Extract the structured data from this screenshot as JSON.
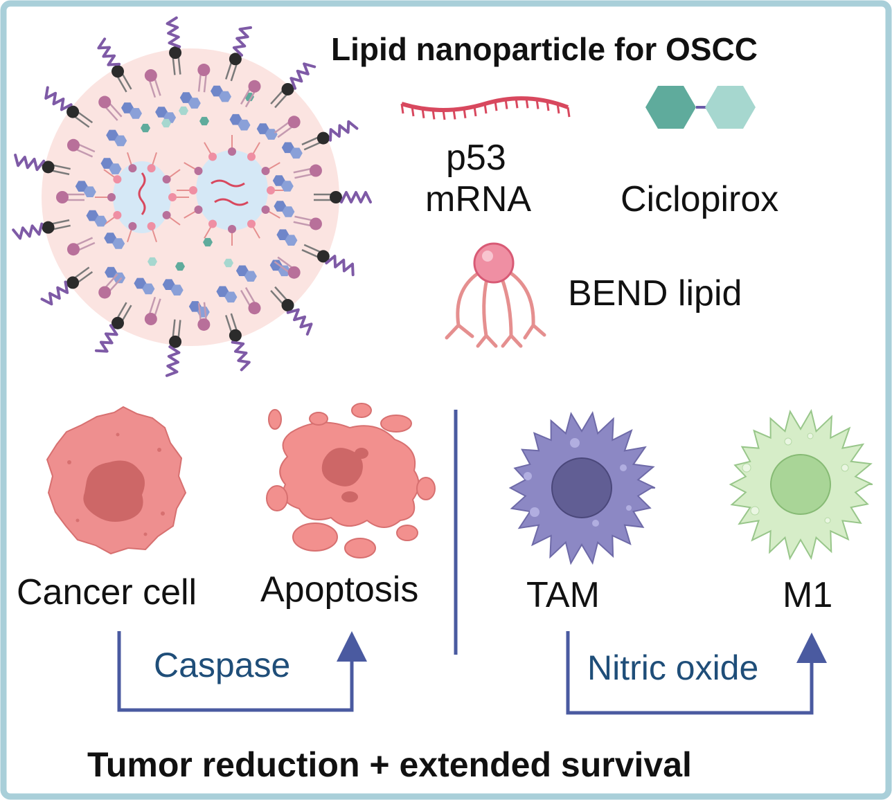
{
  "title": "Lipid nanoparticle for OSCC",
  "legend": {
    "mrna_line1": "p53",
    "mrna_line2": "mRNA",
    "drug": "Ciclopirox",
    "lipid": "BEND lipid"
  },
  "cells": {
    "cancer": "Cancer cell",
    "apoptosis": "Apoptosis",
    "tam": "TAM",
    "m1": "M1"
  },
  "mechanisms": {
    "left": "Caspase",
    "right": "Nitric oxide"
  },
  "footer": "Tumor reduction + extended survival",
  "colors": {
    "frame": "#a9cfd9",
    "arrow": "#4a5aa0",
    "mechanism_text": "#1f4e79",
    "cancer": "#ee8f8f",
    "tam": "#8c88c4",
    "m1": "#d6edc8",
    "ciclopirox_dark": "#5fab9c",
    "ciclopirox_light": "#a6d7cf",
    "mrna": "#d8485e",
    "bend_lipid": "#e58f8f",
    "peg": "#7e5aa6"
  }
}
